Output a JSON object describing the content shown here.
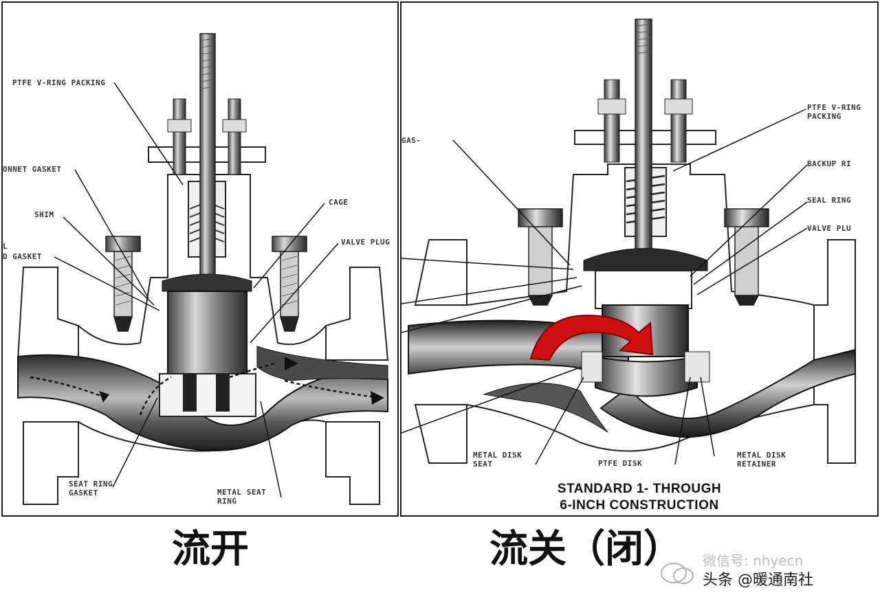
{
  "left_panel": {
    "labels": {
      "ptfe_vring_packing": "PTFE V-RING PACKING",
      "bonnet_gasket": "ONNET GASKET",
      "shim": "SHIM",
      "l_fragment": "L",
      "d_gasket": "D GASKET",
      "cage": "CAGE",
      "valve_plug": "VALVE PLUG",
      "seat_ring_gasket": "SEAT RING GASKET",
      "metal_seat_ring": "METAL SEAT RING"
    }
  },
  "right_panel": {
    "labels": {
      "gas_fragment": "GAS-",
      "ptfe_vring_packing": "PTFE V-RING PACKING",
      "backup_ring": "BACKUP RI",
      "seal_ring": "SEAL RING",
      "valve_plug": "VALVE PLU",
      "metal_disk_seat": "METAL DISK SEAT",
      "ptfe_disk": "PTFE DISK",
      "metal_disk_retainer": "METAL DISK RETAINER"
    },
    "standard_line1": "STANDARD 1- THROUGH",
    "standard_line2": "6-INCH CONSTRUCTION"
  },
  "captions": {
    "left": "流开",
    "right": "流关（闭）"
  },
  "watermark": {
    "faint": "微信号: nhyecn",
    "main": "头条 @暖通南社"
  },
  "colors": {
    "arrow_red": "#d01010",
    "ink": "#1a1a1a",
    "shade": "#8c8c8c"
  }
}
